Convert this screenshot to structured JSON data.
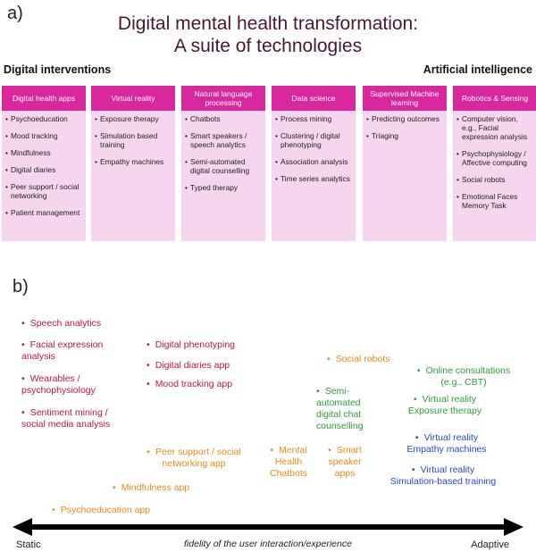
{
  "panel_a_label": "a)",
  "panel_b_label": "b)",
  "title_line1": "Digital mental health transformation:",
  "title_line2": "A suite of technologies",
  "left_heading": "Digital interventions",
  "right_heading": "Artificial intelligence",
  "columns": [
    {
      "header": "Digital health apps",
      "items": [
        "Psychoeducation",
        "Mood tracking",
        "Mindfulness",
        "Digital diaries",
        "Peer support / social networking",
        "Patient management"
      ]
    },
    {
      "header": "Virtual reality",
      "items": [
        "Exposure therapy",
        "Simulation based training",
        "Empathy machines"
      ]
    },
    {
      "header": "Natural language processing",
      "items": [
        "Chatbots",
        "Smart speakers / speech analytics",
        "Semi-automated digital counselling",
        "Typed therapy"
      ]
    },
    {
      "header": "Data science",
      "items": [
        "Process mining",
        "Clustering / digital phenotyping",
        "Association analysis",
        "Time series analytics"
      ]
    },
    {
      "header": "Supervised Machine learning",
      "items": [
        "Predicting outcomes",
        "Triaging"
      ]
    },
    {
      "header": "Robotics & Sensing",
      "items": [
        "Computer vision, e.g., Facial expression analysis",
        "Psychophysiology / Affective computing",
        "Social robots",
        "Emotional Faces Memory Task"
      ]
    }
  ],
  "scatter_items": {
    "speech_analytics": "Speech analytics",
    "facial_expression": "Facial expression analysis",
    "wearables": "Wearables / psychophysiology",
    "sentiment": "Sentiment mining / social media analysis",
    "digital_phenotyping": "Digital phenotyping",
    "digital_diaries": "Digital diaries app",
    "mood_tracking": "Mood tracking app",
    "peer_support": "Peer support / social networking app",
    "mindfulness": "Mindfulness app",
    "psychoeducation": "Psychoeducation app",
    "mental_health_chatbots": "Mental Health Chatbots",
    "smart_speaker": "Smart speaker apps",
    "social_robots": "Social robots",
    "semi_automated": "Semi-automated digital chat counselling",
    "online_consultations": "Online consultations (e.g., CBT)",
    "vr_exposure": "Virtual reality Exposure therapy",
    "vr_empathy": "Virtual reality Empathy machines",
    "vr_simulation": "Virtual reality Simulation-based training"
  },
  "bullet_char": "•",
  "axis": {
    "left": "Static",
    "middle": "fidelity of the user interaction/experience",
    "right": "Adaptive"
  },
  "colors": {
    "accent_magenta": "#d9279d",
    "column_bg": "#f6d6ef",
    "red": "#c1163b",
    "orange": "#ea8a1a",
    "green": "#2e9b3b",
    "blue": "#2549c9",
    "title": "#4a1733"
  }
}
